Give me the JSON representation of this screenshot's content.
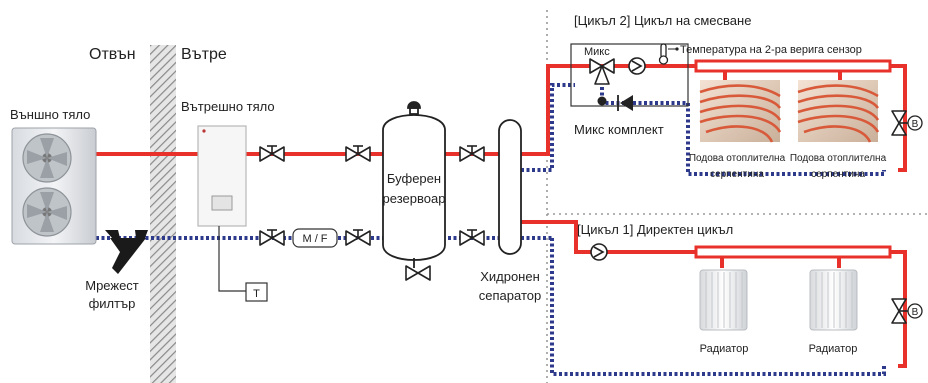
{
  "labels": {
    "outside": "Отвън",
    "inside": "Вътре",
    "outdoor_unit": "Външно тяло",
    "indoor_unit": "Вътрешно тяло",
    "strainer_line1": "Мрежест",
    "strainer_line2": "филтър",
    "buffer_line1": "Буферен",
    "buffer_line2": "резервоар",
    "separator_line1": "Хидронен",
    "separator_line2": "сепаратор",
    "mf_box": "M / F",
    "t_box": "T",
    "mix_cycle_title": "[Цикъл 2] Цикъл на смесване",
    "mix_label": "Микс",
    "temp_sensor": "Температура на 2-ра верига сензор",
    "mix_kit": "Микс комплект",
    "floor_coil_line1": "Подова отоплителна",
    "floor_coil_line2": "серпентина",
    "direct_cycle_title": "[Цикъл 1] Директен цикъл",
    "radiator": "Радиатор",
    "b_symbol": "B"
  },
  "colors": {
    "supply": "#e8312a",
    "return": "#2d3a8c",
    "wall": "#b5b5b5",
    "dotted_border": "#9a9a9a"
  }
}
